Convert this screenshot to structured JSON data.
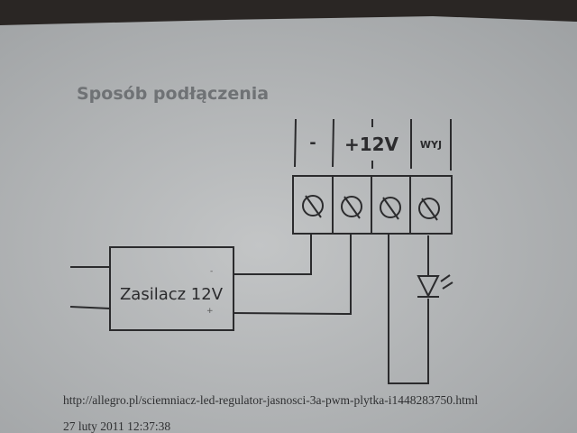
{
  "title": "Sposób podłączenia",
  "terminals": {
    "minus": "-",
    "plus12v": "+12V",
    "output": "WYJ"
  },
  "power_supply": {
    "label": "Zasilacz 12V",
    "minus_mark": "-",
    "plus_mark": "+"
  },
  "footer": {
    "url": "http://allegro.pl/sciemniacz-led-regulator-jasnosci-3a-pwm-plytka-i1448283750.html",
    "timestamp": "27 luty 2011 12:37:38"
  },
  "colors": {
    "paper": "#b8babb",
    "ink": "#2b2b2d",
    "background": "#2a2624"
  }
}
